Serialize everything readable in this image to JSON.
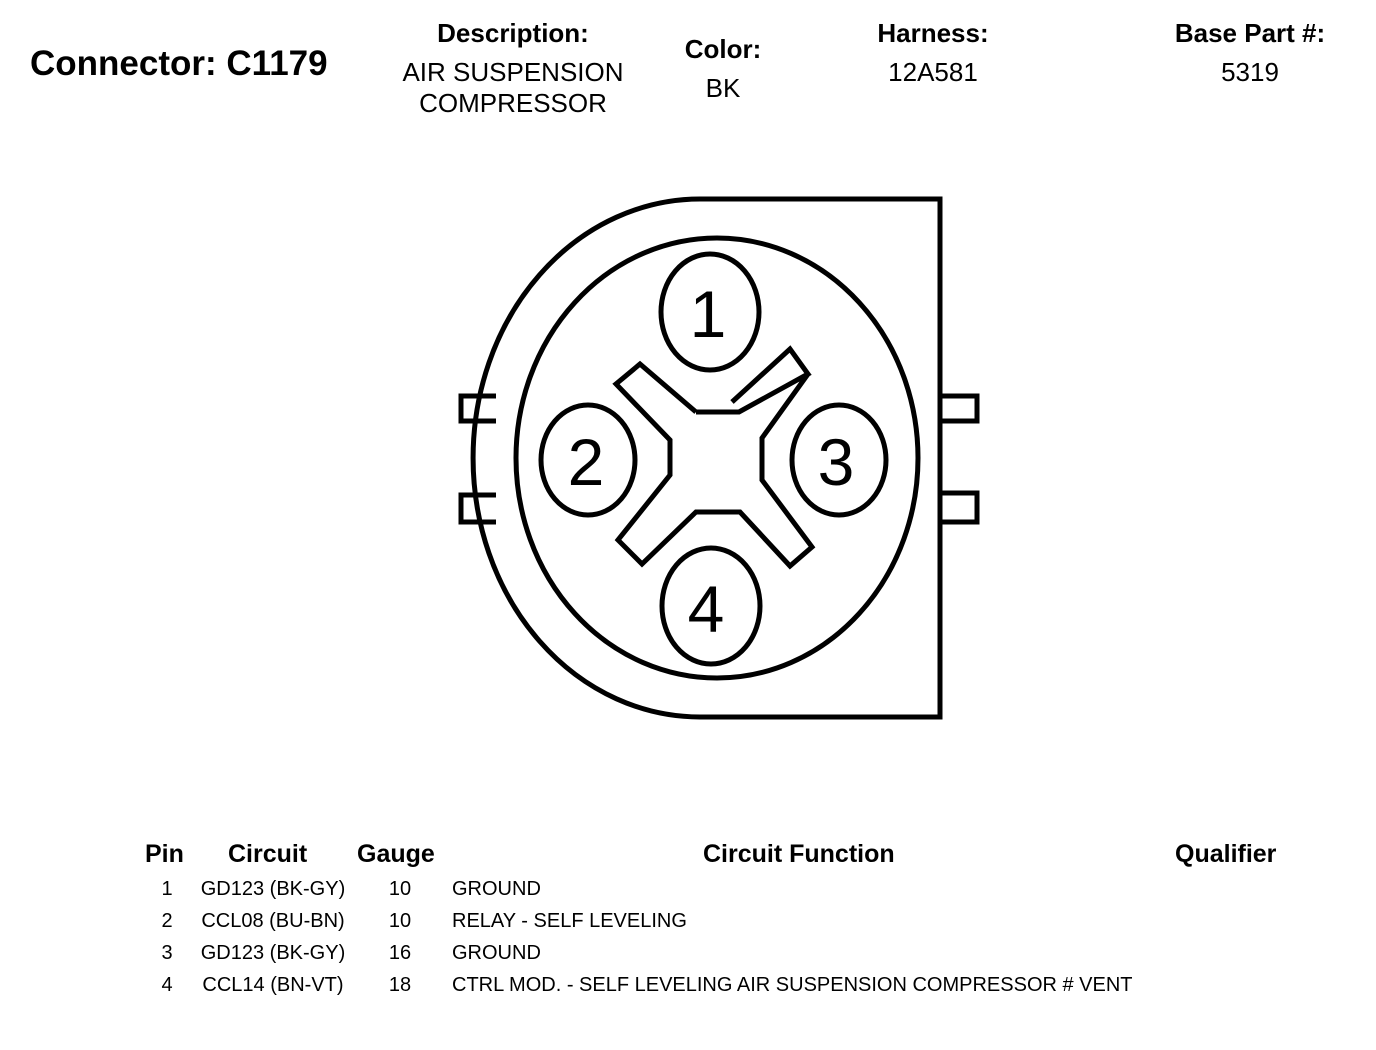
{
  "connector": {
    "title": "Connector: C1179",
    "description_label": "Description:",
    "description_line1": "AIR SUSPENSION",
    "description_line2": "COMPRESSOR",
    "color_label": "Color:",
    "color_value": "BK",
    "harness_label": "Harness:",
    "harness_value": "12A581",
    "base_part_label": "Base Part #:",
    "base_part_value": "5319"
  },
  "diagram": {
    "pin_labels": [
      "1",
      "2",
      "3",
      "4"
    ],
    "line_color": "#000000"
  },
  "table": {
    "headers": {
      "pin": "Pin",
      "circuit": "Circuit",
      "gauge": "Gauge",
      "function": "Circuit Function",
      "qualifier": "Qualifier"
    },
    "rows": [
      {
        "pin": "1",
        "circuit": "GD123 (BK-GY)",
        "gauge": "10",
        "function": "GROUND",
        "qualifier": ""
      },
      {
        "pin": "2",
        "circuit": "CCL08 (BU-BN)",
        "gauge": "10",
        "function": "RELAY - SELF LEVELING",
        "qualifier": ""
      },
      {
        "pin": "3",
        "circuit": "GD123 (BK-GY)",
        "gauge": "16",
        "function": "GROUND",
        "qualifier": ""
      },
      {
        "pin": "4",
        "circuit": "CCL14 (BN-VT)",
        "gauge": "18",
        "function": "CTRL MOD. - SELF LEVELING AIR SUSPENSION COMPRESSOR # VENT",
        "qualifier": ""
      }
    ]
  }
}
